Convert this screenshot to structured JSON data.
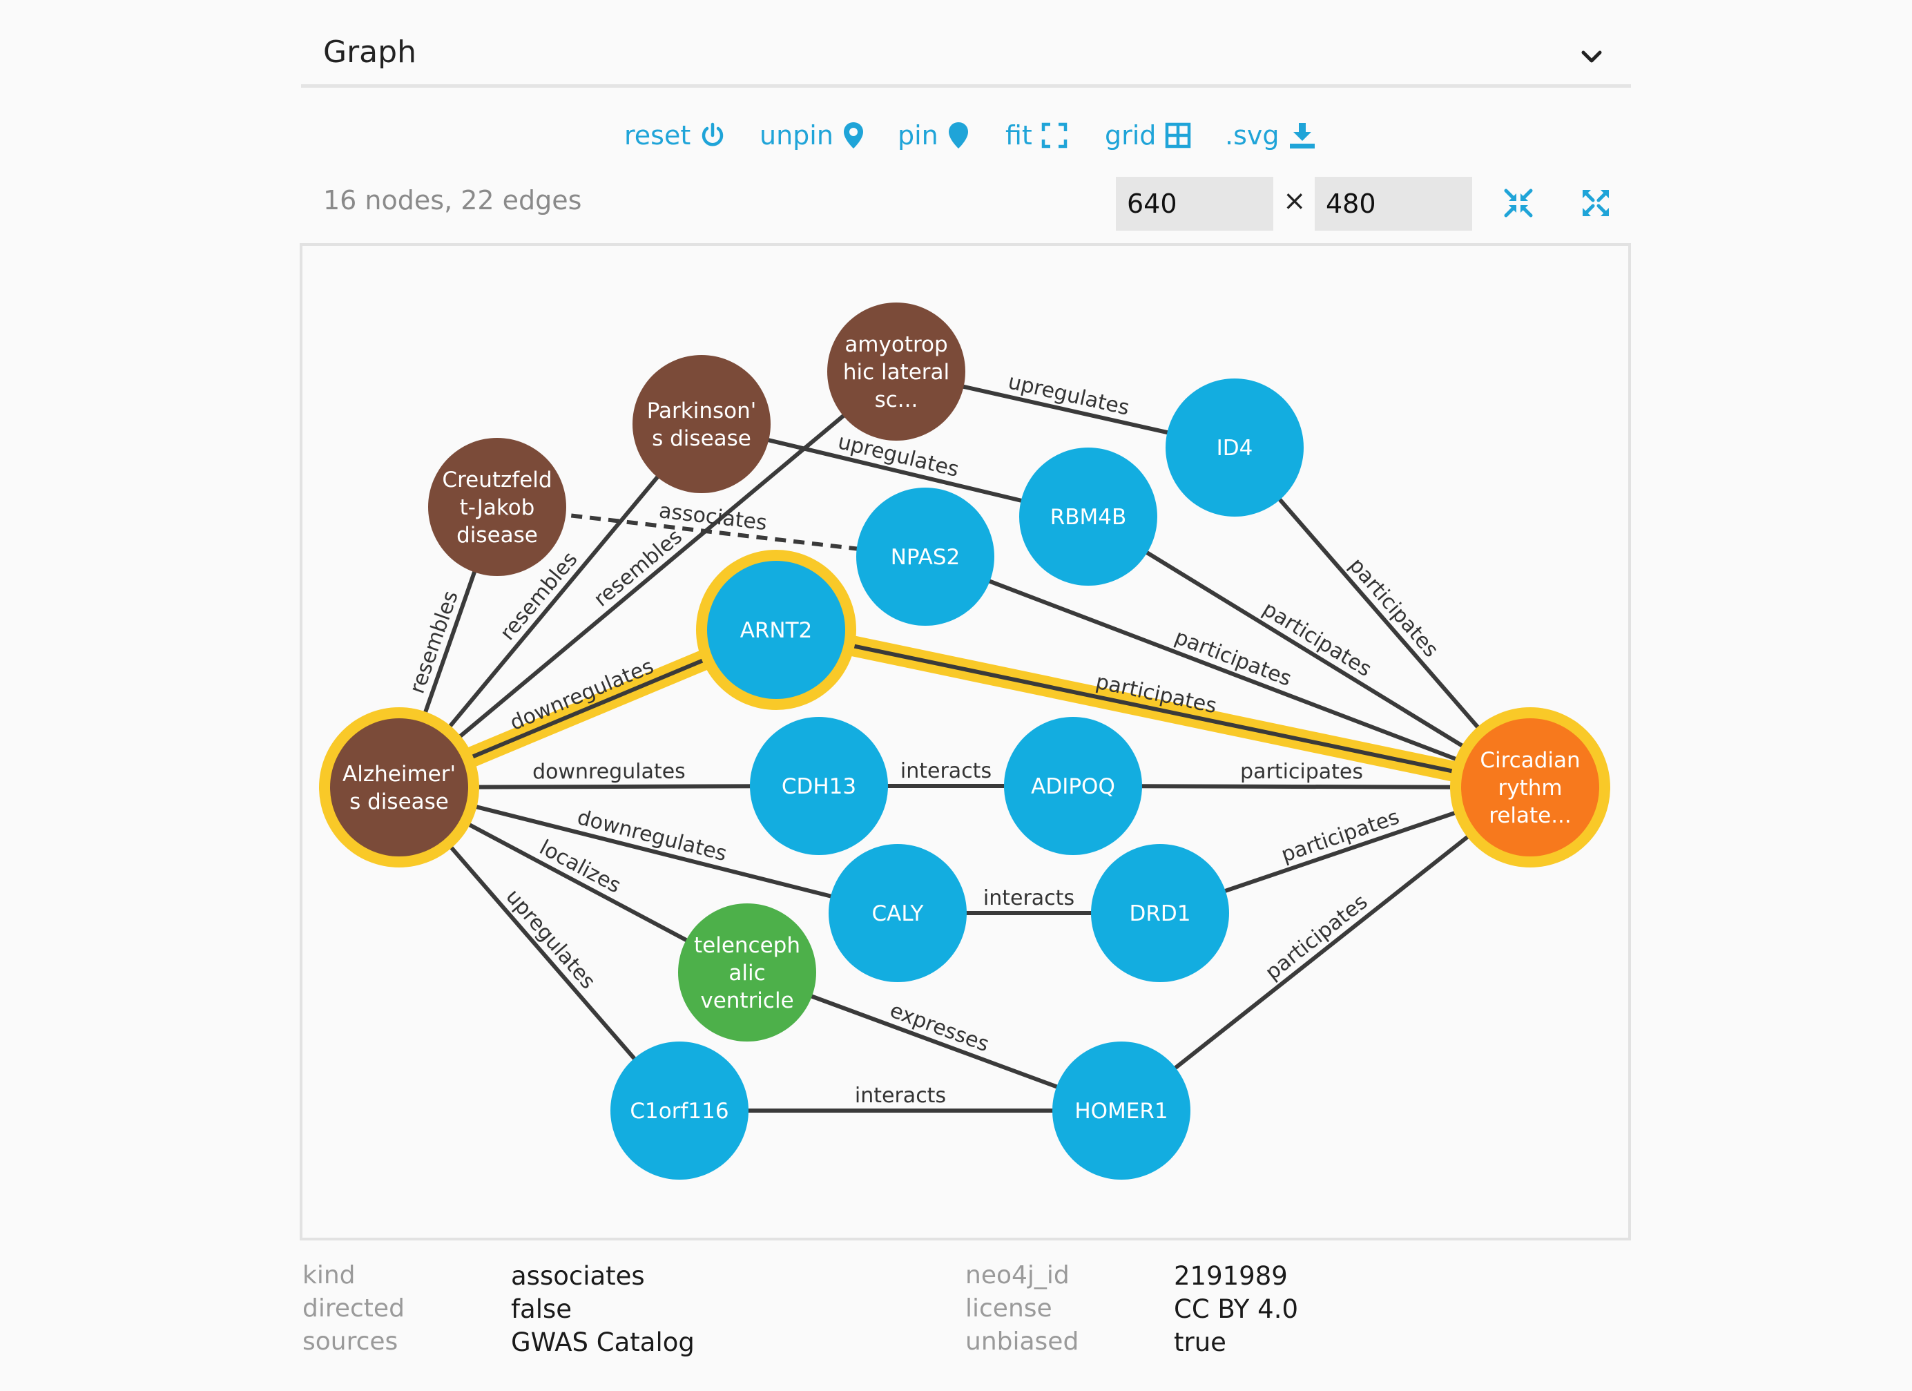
{
  "header": {
    "title": "Graph"
  },
  "toolbar": {
    "reset": "reset",
    "unpin": "unpin",
    "pin": "pin",
    "fit": "fit",
    "grid": "grid",
    "svg": ".svg"
  },
  "info": {
    "stats": "16 nodes, 22 edges",
    "times": "×"
  },
  "size": {
    "width": "640",
    "height": "480"
  },
  "colors": {
    "accent": "#1fa4d8",
    "disease": "#7b4b39",
    "gene": "#13ade0",
    "anatomy": "#4db04a",
    "pathway": "#f7791d",
    "highlight": "#f9c928",
    "edge": "#3a3a3a"
  },
  "graph": {
    "nodes": [
      {
        "id": "als",
        "kind": "disease",
        "lines": [
          "amyotrop",
          "hic lateral",
          "sc..."
        ]
      },
      {
        "id": "parkinson",
        "kind": "disease",
        "lines": [
          "Parkinson'",
          "s disease"
        ]
      },
      {
        "id": "cjd",
        "kind": "disease",
        "lines": [
          "Creutzfeld",
          "t-Jakob",
          "disease"
        ]
      },
      {
        "id": "alzheimer",
        "kind": "disease",
        "lines": [
          "Alzheimer'",
          "s disease"
        ],
        "highlighted": true
      },
      {
        "id": "id4",
        "kind": "gene",
        "lines": [
          "ID4"
        ]
      },
      {
        "id": "rbm4b",
        "kind": "gene",
        "lines": [
          "RBM4B"
        ]
      },
      {
        "id": "npas2",
        "kind": "gene",
        "lines": [
          "NPAS2"
        ]
      },
      {
        "id": "arnt2",
        "kind": "gene",
        "lines": [
          "ARNT2"
        ],
        "highlighted": true
      },
      {
        "id": "cdh13",
        "kind": "gene",
        "lines": [
          "CDH13"
        ]
      },
      {
        "id": "adipoq",
        "kind": "gene",
        "lines": [
          "ADIPOQ"
        ]
      },
      {
        "id": "caly",
        "kind": "gene",
        "lines": [
          "CALY"
        ]
      },
      {
        "id": "drd1",
        "kind": "gene",
        "lines": [
          "DRD1"
        ]
      },
      {
        "id": "telen",
        "kind": "anatomy",
        "lines": [
          "telenceph",
          "alic",
          "ventricle"
        ]
      },
      {
        "id": "c1orf116",
        "kind": "gene",
        "lines": [
          "C1orf116"
        ]
      },
      {
        "id": "homer1",
        "kind": "gene",
        "lines": [
          "HOMER1"
        ]
      },
      {
        "id": "circ",
        "kind": "pathway",
        "lines": [
          "Circadian",
          "rythm",
          "relate..."
        ],
        "highlighted": true
      }
    ],
    "edges": [
      {
        "source": "als",
        "target": "id4",
        "label": "upregulates"
      },
      {
        "source": "parkinson",
        "target": "rbm4b",
        "label": "upregulates"
      },
      {
        "source": "cjd",
        "target": "npas2",
        "label": "associates",
        "dashed": true
      },
      {
        "source": "alzheimer",
        "target": "cjd",
        "label": "resembles"
      },
      {
        "source": "alzheimer",
        "target": "parkinson",
        "label": "resembles"
      },
      {
        "source": "alzheimer",
        "target": "als",
        "label": "resembles"
      },
      {
        "source": "alzheimer",
        "target": "arnt2",
        "label": "downregulates",
        "highlighted": true
      },
      {
        "source": "alzheimer",
        "target": "cdh13",
        "label": "downregulates"
      },
      {
        "source": "alzheimer",
        "target": "caly",
        "label": "downregulates"
      },
      {
        "source": "alzheimer",
        "target": "telen",
        "label": "localizes"
      },
      {
        "source": "alzheimer",
        "target": "c1orf116",
        "label": "upregulates"
      },
      {
        "source": "arnt2",
        "target": "circ",
        "label": "participates",
        "highlighted": true
      },
      {
        "source": "npas2",
        "target": "circ",
        "label": "participates"
      },
      {
        "source": "rbm4b",
        "target": "circ",
        "label": "participates"
      },
      {
        "source": "id4",
        "target": "circ",
        "label": "participates"
      },
      {
        "source": "cdh13",
        "target": "adipoq",
        "label": "interacts"
      },
      {
        "source": "adipoq",
        "target": "circ",
        "label": "participates"
      },
      {
        "source": "caly",
        "target": "drd1",
        "label": "interacts"
      },
      {
        "source": "drd1",
        "target": "circ",
        "label": "participates"
      },
      {
        "source": "telen",
        "target": "homer1",
        "label": "expresses"
      },
      {
        "source": "c1orf116",
        "target": "homer1",
        "label": "interacts"
      },
      {
        "source": "homer1",
        "target": "circ",
        "label": "participates"
      }
    ]
  },
  "properties": {
    "left": [
      {
        "key": "kind",
        "value": "associates"
      },
      {
        "key": "directed",
        "value": "false"
      },
      {
        "key": "sources",
        "value": "GWAS Catalog"
      }
    ],
    "right": [
      {
        "key": "neo4j_id",
        "value": "2191989"
      },
      {
        "key": "license",
        "value": "CC BY 4.0"
      },
      {
        "key": "unbiased",
        "value": "true"
      }
    ]
  }
}
